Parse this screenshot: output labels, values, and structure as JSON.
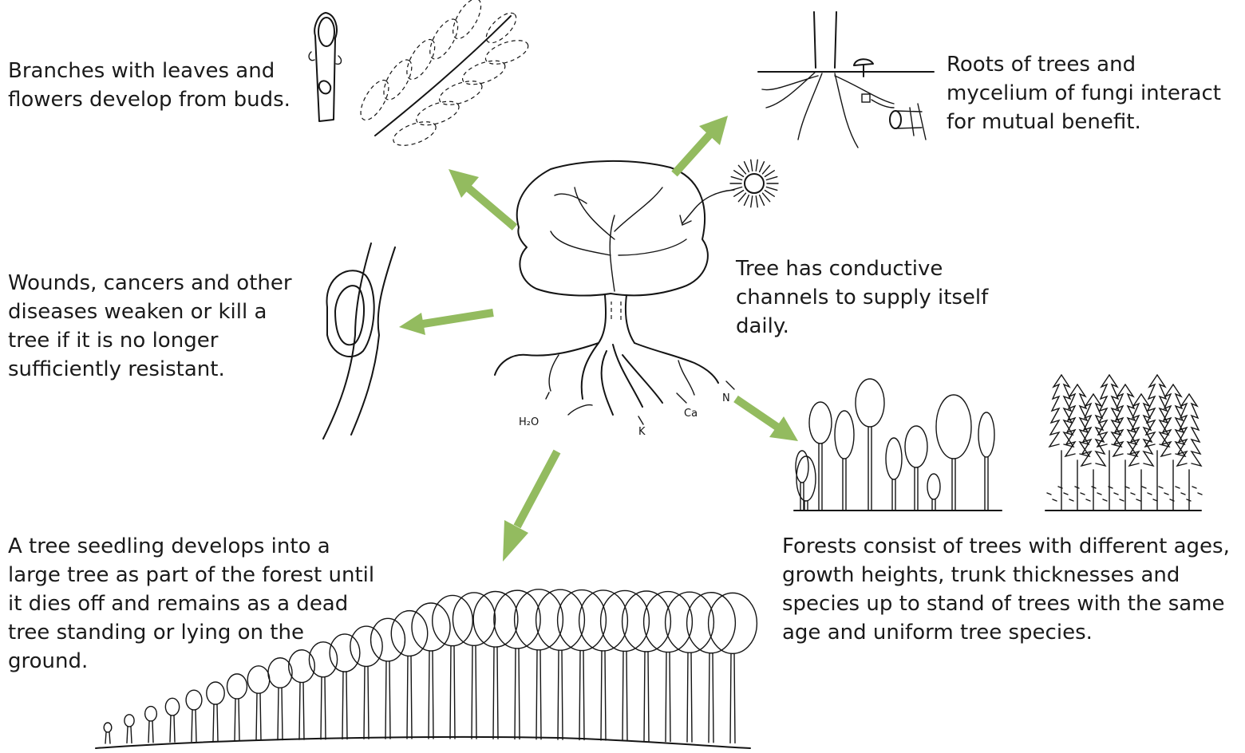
{
  "captions": {
    "buds": "Branches with leaves and flowers develop from buds.",
    "roots": "Roots of trees and mycelium of fungi interact for mutual benefit.",
    "wounds": "Wounds, cancers and other diseases weaken or kill a tree if it is no longer sufficiently resistant.",
    "conductive": "Tree has conductive channels to supply itself daily.",
    "seedling": "A tree seedling develops into a large tree as part of the forest until it dies off and remains as a dead tree standing or lying on the ground.",
    "forests": "Forests consist of trees with different ages, growth heights, trunk thicknesses and species up to stand of trees with the same age and uniform tree species."
  },
  "nutrient_labels": {
    "water": "H₂O",
    "potassium": "K",
    "calcium": "Ca",
    "nitrogen": "N"
  },
  "colors": {
    "arrow": "#93bb5f",
    "ink": "#141414"
  }
}
